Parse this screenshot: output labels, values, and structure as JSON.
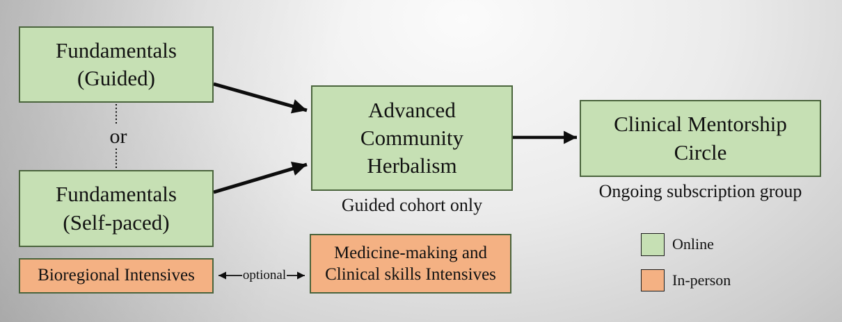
{
  "diagram": {
    "nodes": {
      "fundamentals_guided": [
        "Fundamentals",
        "(Guided)"
      ],
      "fundamentals_self_paced": [
        "Fundamentals",
        "(Self-paced)"
      ],
      "bioregional_intensives": "Bioregional Intensives",
      "advanced_community_herbalism": [
        "Advanced",
        "Community",
        "Herbalism"
      ],
      "medicine_clinical_intensives": [
        "Medicine-making and",
        "Clinical skills Intensives"
      ],
      "clinical_mentorship_circle": [
        "Clinical Mentorship",
        "Circle"
      ]
    },
    "captions": {
      "advanced": "Guided cohort only",
      "clinical": "Ongoing subscription group"
    },
    "connector_labels": {
      "or": "or",
      "optional": "optional"
    },
    "legend": {
      "online_label": "Online",
      "in_person_label": "In-person"
    },
    "colors": {
      "online_fill": "#c6e0b4",
      "in_person_fill": "#f4b183",
      "box_border": "#4a643c",
      "arrow": "#0d0d0d"
    }
  }
}
